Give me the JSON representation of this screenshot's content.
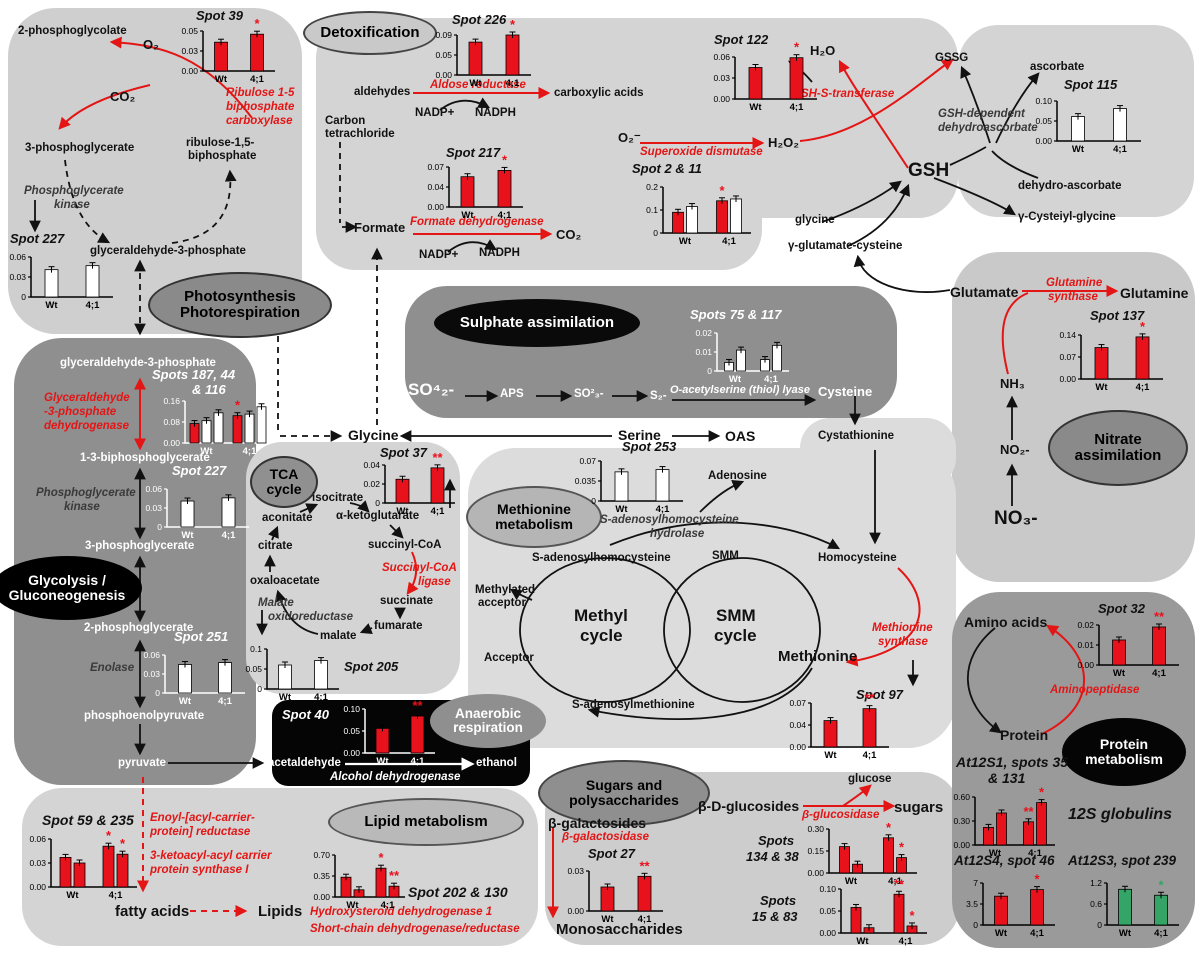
{
  "colors": {
    "accent_red": "#e31515",
    "bar_red": "#e8121c",
    "bar_green": "#34a566",
    "box_light": "#d2d2d2",
    "box_dark": "#8f8f8f",
    "box_black": "#000000"
  },
  "texts": {
    "p_glycolate": "2-phosphoglycolate",
    "p_o2": "O₂",
    "p_co2": "CO₂",
    "p_3pg": "3-phosphoglycerate",
    "p_ribulose1": "ribulose-1,5-",
    "p_ribulose2": "biphosphate",
    "p_pgk1": "Phosphoglycerate",
    "p_pgk2": "kinase",
    "p_g3p": "glyceraldehyde-3-phosphate",
    "p_rubisco1": "Ribulose 1-5",
    "p_rubisco2": "biphosphate",
    "p_rubisco3": "carboxylase",
    "t_spot39": "Spot 39",
    "t_spot227": "Spot 227",
    "oval_photo1": "Photosynthesis",
    "oval_photo2": "Photorespiration",
    "oval_detox": "Detoxification",
    "t_spot226": "Spot 226",
    "d_aldehydes": "aldehydes",
    "d_aldose": "Aldose reductase",
    "d_carbox": "carboxylic acids",
    "d_nadp1": "NADP+",
    "d_nadph1": "NADPH",
    "d_ccl4a": "Carbon",
    "d_ccl4b": "tetrachloride",
    "t_spot217": "Spot 217",
    "d_formate": "Formate",
    "d_fdh": "Formate dehydrogenase",
    "d_co2": "CO₂",
    "d_nadp2": "NADP+",
    "d_nadph2": "NADPH",
    "t_spot122": "Spot 122",
    "g_h2o": "H₂O",
    "g_gst": "GSH-S-transferase",
    "g_o2": "O₂⁻",
    "g_sod": "Superoxide dismutase",
    "g_h2o2": "H₂O₂",
    "t_spot2_11": "Spot 2 & 11",
    "g_glycine": "glycine",
    "g_ggc": "γ-glutamate-cysteine",
    "g_gssg": "GSSG",
    "g_ascorbate": "ascorbate",
    "t_spot115": "Spot 115",
    "g_gdd1": "GSH-dependent",
    "g_gdd2": "dehydroascorbate",
    "g_gsh": "GSH",
    "g_dha": "dehydro-ascorbate",
    "g_cysgly": "γ-Cysteiyl-glycine",
    "n_glutamate": "Glutamate",
    "n_gs1": "Glutamine",
    "n_gs2": "synthase",
    "n_glutamine": "Glutamine",
    "t_spot137": "Spot 137",
    "n_nh3": "NH₃",
    "n_no2": "NO₂-",
    "n_no3": "NO₃-",
    "oval_nitrate1": "Nitrate",
    "oval_nitrate2": "assimilation",
    "gl_g3p": "glyceraldehyde-3-phosphate",
    "gl_gapdh1": "Glyceraldehyde",
    "gl_gapdh2": "-3-phosphate",
    "gl_gapdh3": "dehydrogenase",
    "t_spots187a": "Spots 187, 44",
    "t_spots187b": "& 116",
    "gl_13bpg": "1-3-biphosphoglycerate",
    "gl_pgk1": "Phosphoglycerate",
    "gl_pgk2": "kinase",
    "gl_3pg": "3-phosphoglycerate",
    "oval_glyco1": "Glycolysis /",
    "oval_glyco2": "Gluconeogenesis",
    "gl_2pg": "2-phosphoglycerate",
    "gl_enolase": "Enolase",
    "t_spot251": "Spot 251",
    "gl_pep": "phosphoenolpyruvate",
    "gl_pyruvate": "pyruvate",
    "oval_tca1": "TCA",
    "oval_tca2": "cycle",
    "t_spot37": "Spot 37",
    "tc_isocitrate": "isocitrate",
    "tc_akg": "α-ketoglutarate",
    "tc_aconitate": "aconitate",
    "tc_citrate": "citrate",
    "tc_oxalo": "oxaloacetate",
    "tc_succoa": "succinyl-CoA",
    "tc_scl1": "Succinyl-CoA",
    "tc_scl2": "ligase",
    "tc_malox1": "Malate",
    "tc_malox2": "oxidoreductase",
    "tc_succinate": "succinate",
    "tc_fumarate": "fumarate",
    "tc_malate": "malate",
    "t_spot205": "Spot 205",
    "tc_glycine": "Glycine",
    "oval_sulph": "Sulphate assimilation",
    "t_spots75": "Spots 75 & 117",
    "s_so4": "SO⁴₂-",
    "s_aps": "APS",
    "s_so3": "SO²₃-",
    "s_s2": "S₂-",
    "s_oasl": "O-acetylserine (thiol) lyase",
    "s_cysteine": "Cysteine",
    "m_serine": "Serine",
    "m_oas": "OAS",
    "m_cystathionine": "Cystathionine",
    "oval_met1": "Methionine",
    "oval_met2": "metabolism",
    "t_spot253": "Spot 253",
    "m_adenosine": "Adenosine",
    "m_sahh1": "S-adenosylhomocysteine",
    "m_sahh2": "hydrolase",
    "m_sah": "S-adenosylhomocysteine",
    "m_smm": "SMM",
    "m_homocysteine": "Homocysteine",
    "m_methacc1": "Methylated",
    "m_methacc2": "acceptor",
    "m_methyl1": "Methyl",
    "m_methyl2": "cycle",
    "m_smmc1": "SMM",
    "m_smmc2": "cycle",
    "m_acceptor": "Acceptor",
    "m_methionine": "Methionine",
    "m_ms1": "Methionine",
    "m_ms2": "synthase",
    "m_sam": "S-adenosylmethionine",
    "t_spot97": "Spot 97",
    "t_spot40": "Spot 40",
    "oval_ana1": "Anaerobic",
    "oval_ana2": "respiration",
    "a_acetaldehyde": "acetaldehyde",
    "a_adh": "Alcohol dehydrogenase",
    "a_ethanol": "ethanol",
    "t_spot59": "Spot 59 & 235",
    "li_e1a": "Enoyl-[acyl-carrier-",
    "li_e1b": "protein] reductase",
    "li_e2a": "3-ketoacyl-acyl carrier",
    "li_e2b": "protein synthase I",
    "li_fattyacids": "fatty acids",
    "li_lipids": "Lipids",
    "oval_lipid": "Lipid metabolism",
    "t_spot202": "Spot 202 & 130",
    "li_e3": "Hydroxysteroid dehydrogenase 1",
    "li_e4": "Short-chain dehydrogenase/reductase",
    "oval_sugar1": "Sugars and",
    "oval_sugar2": "polysaccharides",
    "su_bgal": "β-galactosides",
    "su_bgalase": "β-galactosidase",
    "t_spot27": "Spot 27",
    "su_mono": "Monosaccharides",
    "su_bdgluc": "β-D-glucosides",
    "su_glucose": "glucose",
    "su_bglucase": "β-glucosidase",
    "su_sugars": "sugars",
    "t_spots134a": "Spots",
    "t_spots134b": "134 & 38",
    "t_spots15a": "Spots",
    "t_spots15b": "15 & 83",
    "pr_aminoacids": "Amino acids",
    "t_spot32": "Spot 32",
    "pr_aminopep": "Aminopeptidase",
    "pr_protein": "Protein",
    "oval_prot1": "Protein",
    "oval_prot2": "metabolism",
    "t_at12s1a": "At12S1, spots 35",
    "t_at12s1b": "& 131",
    "pr_12s": "12S globulins",
    "t_at12s4": "At12S4, spot 46",
    "t_at12s3": "At12S3, spot 239"
  },
  "charts": {
    "spot39": {
      "ticks": [
        "0.05",
        "0.03",
        "0.00"
      ],
      "x": [
        "Wt",
        "4;1"
      ],
      "groups": [
        {
          "bars": [
            {
              "v": 0.036,
              "c": "red"
            }
          ]
        },
        {
          "bars": [
            {
              "v": 0.046,
              "c": "red",
              "s": "*"
            }
          ]
        }
      ]
    },
    "spot227a": {
      "ticks": [
        "0.06",
        "0.03",
        "0"
      ],
      "x": [
        "Wt",
        "4;1"
      ],
      "groups": [
        {
          "bars": [
            {
              "v": 0.041,
              "c": "white"
            }
          ]
        },
        {
          "bars": [
            {
              "v": 0.047,
              "c": "white"
            }
          ]
        }
      ]
    },
    "spot226": {
      "ticks": [
        "0.09",
        "0.05",
        "0.00"
      ],
      "x": [
        "Wt",
        "4;1"
      ],
      "groups": [
        {
          "bars": [
            {
              "v": 0.074,
              "c": "red"
            }
          ]
        },
        {
          "bars": [
            {
              "v": 0.09,
              "c": "red",
              "s": "*"
            }
          ]
        }
      ]
    },
    "spot217": {
      "ticks": [
        "0.07",
        "0.04",
        "0.00"
      ],
      "x": [
        "Wt",
        "4;1"
      ],
      "groups": [
        {
          "bars": [
            {
              "v": 0.053,
              "c": "red"
            }
          ]
        },
        {
          "bars": [
            {
              "v": 0.064,
              "c": "red",
              "s": "*"
            }
          ]
        }
      ]
    },
    "spot122": {
      "ticks": [
        "0.06",
        "0.03",
        "0.00"
      ],
      "x": [
        "Wt",
        "4;1"
      ],
      "groups": [
        {
          "bars": [
            {
              "v": 0.045,
              "c": "red"
            }
          ]
        },
        {
          "bars": [
            {
              "v": 0.059,
              "c": "red",
              "s": "*"
            }
          ]
        }
      ]
    },
    "spot2_11": {
      "ticks": [
        "0.2",
        "0.1",
        "0"
      ],
      "x": [
        "Wt",
        "4;1"
      ],
      "bw": 11,
      "groups": [
        {
          "bars": [
            {
              "v": 0.09,
              "c": "red"
            },
            {
              "v": 0.115,
              "c": "white"
            }
          ]
        },
        {
          "bars": [
            {
              "v": 0.14,
              "c": "red",
              "s": "*"
            },
            {
              "v": 0.148,
              "c": "white"
            }
          ]
        }
      ]
    },
    "spot115": {
      "ticks": [
        "0.10",
        "0.05",
        "0.00"
      ],
      "x": [
        "Wt",
        "4;1"
      ],
      "groups": [
        {
          "bars": [
            {
              "v": 0.061,
              "c": "white"
            }
          ]
        },
        {
          "bars": [
            {
              "v": 0.081,
              "c": "white"
            }
          ]
        }
      ]
    },
    "spots75_117": {
      "fg": "#fff",
      "ticks": [
        "0.02",
        "0.01",
        "0"
      ],
      "x": [
        "Wt",
        "4;1"
      ],
      "bw": 9,
      "groups": [
        {
          "bars": [
            {
              "v": 0.0045,
              "c": "white"
            },
            {
              "v": 0.011,
              "c": "white"
            }
          ]
        },
        {
          "bars": [
            {
              "v": 0.006,
              "c": "white"
            },
            {
              "v": 0.0135,
              "c": "white"
            }
          ]
        }
      ]
    },
    "spot137": {
      "ticks": [
        "0.14",
        "0.07",
        "0.00"
      ],
      "x": [
        "Wt",
        "4;1"
      ],
      "groups": [
        {
          "bars": [
            {
              "v": 0.1,
              "c": "red"
            }
          ]
        },
        {
          "bars": [
            {
              "v": 0.134,
              "c": "red",
              "s": "*"
            }
          ]
        }
      ]
    },
    "spots187": {
      "fg": "#fff",
      "ticks": [
        "0.16",
        "0.08",
        "0.00"
      ],
      "x": [
        "Wt",
        "4;1"
      ],
      "bw": 9,
      "groups": [
        {
          "bars": [
            {
              "v": 0.074,
              "c": "red"
            },
            {
              "v": 0.085,
              "c": "white"
            },
            {
              "v": 0.115,
              "c": "white"
            }
          ]
        },
        {
          "bars": [
            {
              "v": 0.104,
              "c": "red",
              "s": "*"
            },
            {
              "v": 0.11,
              "c": "white"
            },
            {
              "v": 0.138,
              "c": "white"
            }
          ]
        }
      ]
    },
    "spot227b": {
      "fg": "#fff",
      "ticks": [
        "0.06",
        "0.03",
        "0"
      ],
      "x": [
        "Wt",
        "4;1"
      ],
      "groups": [
        {
          "bars": [
            {
              "v": 0.041,
              "c": "white"
            }
          ]
        },
        {
          "bars": [
            {
              "v": 0.046,
              "c": "white"
            }
          ]
        }
      ]
    },
    "spot251": {
      "fg": "#fff",
      "ticks": [
        "0.06",
        "0.03",
        "0"
      ],
      "x": [
        "Wt",
        "4;1"
      ],
      "groups": [
        {
          "bars": [
            {
              "v": 0.045,
              "c": "white"
            }
          ]
        },
        {
          "bars": [
            {
              "v": 0.048,
              "c": "white"
            }
          ]
        }
      ]
    },
    "spot37": {
      "ticks": [
        "0.04",
        "0.02",
        "0"
      ],
      "x": [
        "Wt",
        "4;1"
      ],
      "groups": [
        {
          "bars": [
            {
              "v": 0.025,
              "c": "red"
            }
          ]
        },
        {
          "bars": [
            {
              "v": 0.037,
              "c": "red",
              "s": "**"
            }
          ]
        }
      ]
    },
    "spot205": {
      "ticks": [
        "0.1",
        "0.05",
        "0"
      ],
      "x": [
        "Wt",
        "4;1"
      ],
      "groups": [
        {
          "bars": [
            {
              "v": 0.06,
              "c": "white"
            }
          ]
        },
        {
          "bars": [
            {
              "v": 0.071,
              "c": "white"
            }
          ]
        }
      ]
    },
    "spot253": {
      "ticks": [
        "0.07",
        "0.035",
        "0"
      ],
      "x": [
        "Wt",
        "4;1"
      ],
      "groups": [
        {
          "bars": [
            {
              "v": 0.051,
              "c": "white"
            }
          ]
        },
        {
          "bars": [
            {
              "v": 0.055,
              "c": "white"
            }
          ]
        }
      ]
    },
    "spot97": {
      "ticks": [
        "0.07",
        "0.04",
        "0.00"
      ],
      "x": [
        "Wt",
        "4;1"
      ],
      "groups": [
        {
          "bars": [
            {
              "v": 0.042,
              "c": "red"
            }
          ]
        },
        {
          "bars": [
            {
              "v": 0.061,
              "c": "red",
              "s": "**"
            }
          ]
        }
      ]
    },
    "spot40": {
      "fg": "#fff",
      "ticks": [
        "0.10",
        "0.05",
        "0.00"
      ],
      "x": [
        "Wt",
        "4;1"
      ],
      "groups": [
        {
          "bars": [
            {
              "v": 0.056,
              "c": "red"
            }
          ]
        },
        {
          "bars": [
            {
              "v": 0.084,
              "c": "red",
              "s": "**"
            }
          ]
        }
      ]
    },
    "spot59_235": {
      "ticks": [
        "0.06",
        "0.03",
        "0.00"
      ],
      "x": [
        "Wt",
        "4;1"
      ],
      "bw": 11,
      "groups": [
        {
          "bars": [
            {
              "v": 0.037,
              "c": "red"
            },
            {
              "v": 0.03,
              "c": "red"
            }
          ]
        },
        {
          "bars": [
            {
              "v": 0.051,
              "c": "red",
              "s": "*"
            },
            {
              "v": 0.041,
              "c": "red",
              "s": "*"
            }
          ]
        }
      ]
    },
    "spot202_130": {
      "ticks": [
        "0.70",
        "0.35",
        "0.00"
      ],
      "x": [
        "Wt",
        "4;1"
      ],
      "bw": 10,
      "groups": [
        {
          "bars": [
            {
              "v": 0.33,
              "c": "red"
            },
            {
              "v": 0.12,
              "c": "red"
            }
          ]
        },
        {
          "bars": [
            {
              "v": 0.48,
              "c": "red",
              "s": "*"
            },
            {
              "v": 0.18,
              "c": "red",
              "s": "**"
            }
          ]
        }
      ]
    },
    "spot27": {
      "ticks": [
        "0.03",
        "0.00"
      ],
      "x": [
        "Wt",
        "4;1"
      ],
      "groups": [
        {
          "bars": [
            {
              "v": 0.018,
              "c": "red"
            }
          ]
        },
        {
          "bars": [
            {
              "v": 0.026,
              "c": "red",
              "s": "**"
            }
          ]
        }
      ]
    },
    "spots134_38": {
      "ticks": [
        "0.30",
        "0.15",
        "0.00"
      ],
      "x": [
        "Wt",
        "4;1"
      ],
      "bw": 10,
      "groups": [
        {
          "bars": [
            {
              "v": 0.18,
              "c": "red"
            },
            {
              "v": 0.06,
              "c": "red"
            }
          ]
        },
        {
          "bars": [
            {
              "v": 0.24,
              "c": "red",
              "s": "*"
            },
            {
              "v": 0.105,
              "c": "red",
              "s": "*"
            }
          ]
        }
      ]
    },
    "spots15_83": {
      "ticks": [
        "0.10",
        "0.05",
        "0.00"
      ],
      "x": [
        "Wt",
        "4;1"
      ],
      "bw": 10,
      "groups": [
        {
          "bars": [
            {
              "v": 0.058,
              "c": "red"
            },
            {
              "v": 0.012,
              "c": "red"
            }
          ]
        },
        {
          "bars": [
            {
              "v": 0.088,
              "c": "red",
              "s": "**"
            },
            {
              "v": 0.016,
              "c": "red",
              "s": "*"
            }
          ]
        }
      ]
    },
    "spot32": {
      "ticks": [
        "0.02",
        "0.01",
        "0.00"
      ],
      "x": [
        "Wt",
        "4;1"
      ],
      "groups": [
        {
          "bars": [
            {
              "v": 0.0125,
              "c": "red"
            }
          ]
        },
        {
          "bars": [
            {
              "v": 0.019,
              "c": "red",
              "s": "**"
            }
          ]
        }
      ]
    },
    "at12s1": {
      "ticks": [
        "0.60",
        "0.30",
        "0.00"
      ],
      "x": [
        "Wt",
        "4;1"
      ],
      "bw": 10,
      "groups": [
        {
          "bars": [
            {
              "v": 0.22,
              "c": "red"
            },
            {
              "v": 0.4,
              "c": "red"
            }
          ]
        },
        {
          "bars": [
            {
              "v": 0.29,
              "c": "red",
              "s": "**"
            },
            {
              "v": 0.53,
              "c": "red",
              "s": "*"
            }
          ]
        }
      ]
    },
    "at12s4": {
      "ticks": [
        "7",
        "3.5",
        "0"
      ],
      "x": [
        "Wt",
        "4;1"
      ],
      "groups": [
        {
          "bars": [
            {
              "v": 4.8,
              "c": "red"
            }
          ]
        },
        {
          "bars": [
            {
              "v": 5.9,
              "c": "red",
              "s": "*"
            }
          ]
        }
      ]
    },
    "at12s3": {
      "ticks": [
        "1.2",
        "0.6",
        "0"
      ],
      "x": [
        "Wt",
        "4;1"
      ],
      "groups": [
        {
          "bars": [
            {
              "v": 1.02,
              "c": "green"
            }
          ]
        },
        {
          "bars": [
            {
              "v": 0.85,
              "c": "green",
              "s": "*",
              "sc": "green"
            }
          ]
        }
      ]
    }
  }
}
